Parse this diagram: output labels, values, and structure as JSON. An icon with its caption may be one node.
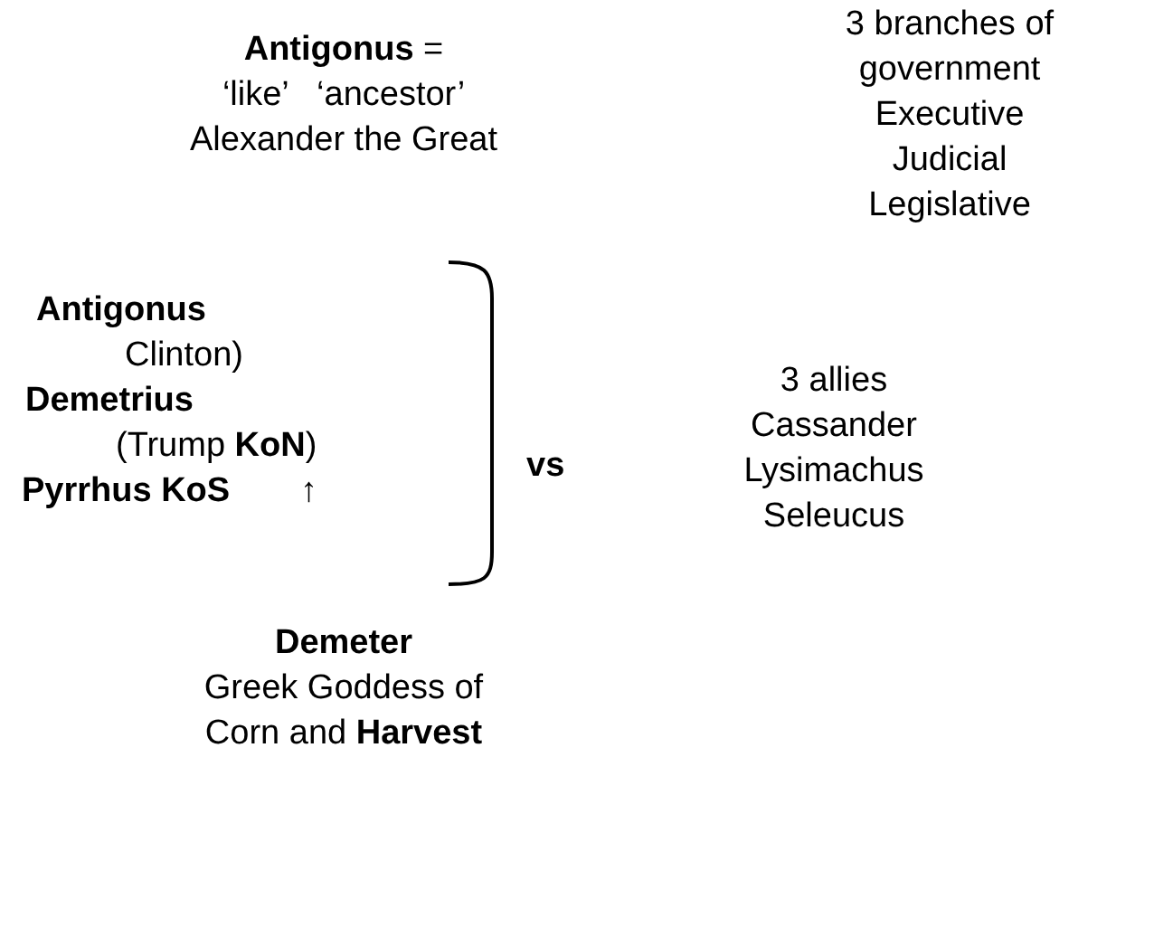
{
  "diagram": {
    "labels": [
      "**Antigonus** =",
      "‘like’   ‘ancestor’",
      "Alexander the Great",
      "3 branches of",
      "government",
      "Executive",
      "Judicial",
      "Legislative",
      "Antigonus",
      "Clinton)",
      "Demetrius",
      "(Trump **KoN**)",
      "Pyrrhus KoS",
      "↑",
      "vs",
      "3 allies",
      "Cassander",
      "Lysimachus",
      "Seleucus",
      "Demeter",
      "Greek Goddess of",
      "Corn and **Harvest**"
    ]
  }
}
